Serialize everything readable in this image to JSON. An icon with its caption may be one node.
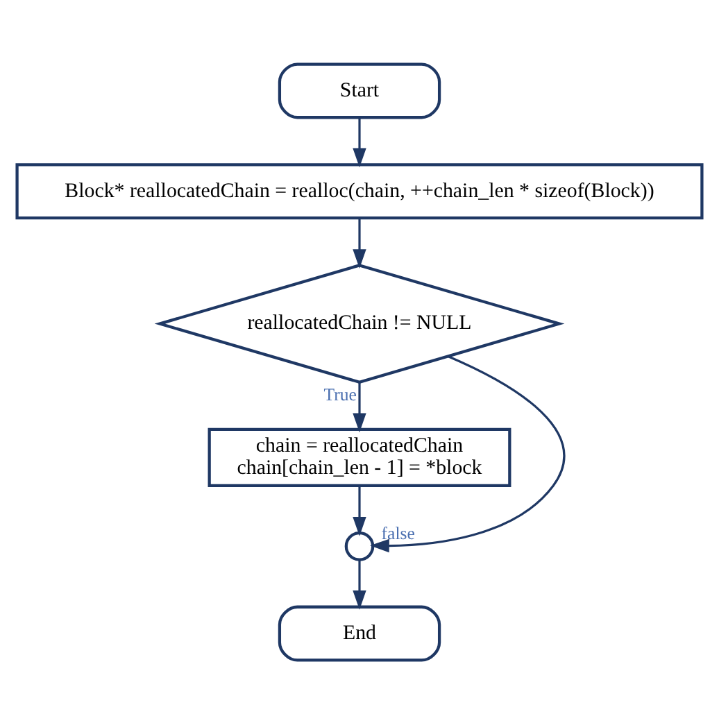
{
  "diagram": {
    "nodes": [
      {
        "text": [
          "Start"
        ]
      },
      {
        "text": [
          "Block* reallocatedChain = realloc(chain, ++chain_len * sizeof(Block))"
        ]
      },
      {
        "text": [
          "reallocatedChain != NULL"
        ]
      },
      {
        "text": [
          "chain = reallocatedChain",
          "chain[chain_len - 1] = *block"
        ]
      },
      {
        "text": [],
        "shape": "circle"
      },
      {
        "text": [
          "End"
        ]
      }
    ],
    "edges": [
      {
        "from": 0,
        "to": 1,
        "arrow": "to"
      },
      {
        "from": 1,
        "to": 2,
        "arrow": "to"
      },
      {
        "from": 2,
        "to": 4,
        "arrow": "to",
        "label": "false"
      },
      {
        "from": 2,
        "to": 3,
        "arrow": "to",
        "label": "True"
      },
      {
        "from": 3,
        "to": 4,
        "arrow": "to"
      },
      {
        "from": 4,
        "to": 5,
        "arrow": "to"
      }
    ]
  }
}
